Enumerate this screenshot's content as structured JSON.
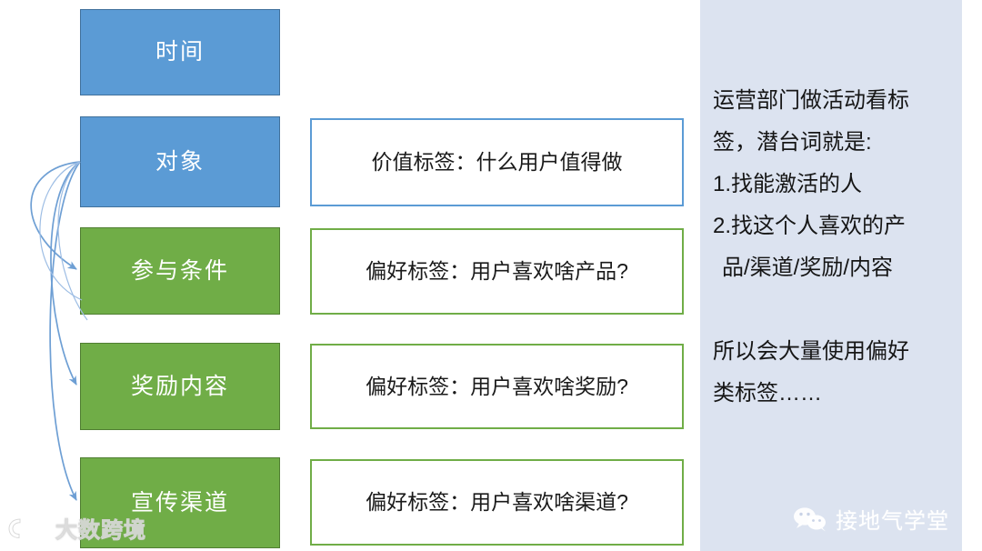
{
  "diagram": {
    "title_hidden": "",
    "categories": [
      {
        "label": "时间",
        "color": "#5B9BD5",
        "kind": "blue"
      },
      {
        "label": "对象",
        "color": "#5B9BD5",
        "kind": "blue"
      },
      {
        "label": "参与条件",
        "color": "#70AD47",
        "kind": "green"
      },
      {
        "label": "奖励内容",
        "color": "#70AD47",
        "kind": "green"
      },
      {
        "label": "宣传渠道",
        "color": "#70AD47",
        "kind": "green"
      }
    ],
    "tags": [
      {
        "text": "价值标签：什么用户值得做",
        "border": "#5B9BD5",
        "kind": "blue"
      },
      {
        "text": "偏好标签：用户喜欢啥产品?",
        "border": "#70AD47",
        "kind": "green"
      },
      {
        "text": "偏好标签：用户喜欢啥奖励?",
        "border": "#70AD47",
        "kind": "green"
      },
      {
        "text": "偏好标签：用户喜欢啥渠道?",
        "border": "#70AD47",
        "kind": "green"
      }
    ],
    "arrows": {
      "count": 3,
      "color": "#6E9FD4",
      "from": "对象",
      "to": [
        "参与条件",
        "奖励内容",
        "宣传渠道"
      ]
    }
  },
  "note_panel": {
    "background": "#DCE3F0",
    "lines": [
      "运营部门做活动看标",
      "签，潜台词就是:",
      "1.找能激活的人",
      "2.找这个人喜欢的产",
      "品/渠道/奖励/内容"
    ],
    "lines2": [
      "所以会大量使用偏好",
      "类标签……"
    ],
    "credit": "接地气学堂"
  },
  "watermark": {
    "text": "大数跨境"
  }
}
